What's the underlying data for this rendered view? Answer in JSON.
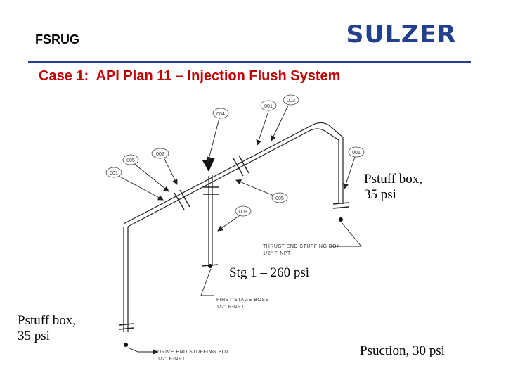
{
  "header": {
    "label": "FSRUG",
    "logo_text": "SULZER"
  },
  "title": "Case 1:  API Plan 11 – Injection Flush System",
  "diagram": {
    "tags": [
      "004",
      "001",
      "003",
      "002",
      "005",
      "001",
      "001",
      "005",
      "003"
    ],
    "notes": {
      "thrust_line1": "THRUST END STUFFING BOX",
      "thrust_line2": "1/2\" F-NPT",
      "first_line1": "FIRST STAGE BOSS",
      "first_line2": "1/2\" F-NPT",
      "drive_line1": "DRIVE END STUFFING BOX",
      "drive_line2": "1/2\" F-NPT"
    }
  },
  "annotations": {
    "pstuff_right_line1": "Pstuff box,",
    "pstuff_right_line2": "35 psi",
    "stg1": "Stg 1 – 260 psi",
    "pstuff_left_line1": "Pstuff box,",
    "pstuff_left_line2": "35 psi",
    "psuction": "Psuction, 30 psi"
  }
}
